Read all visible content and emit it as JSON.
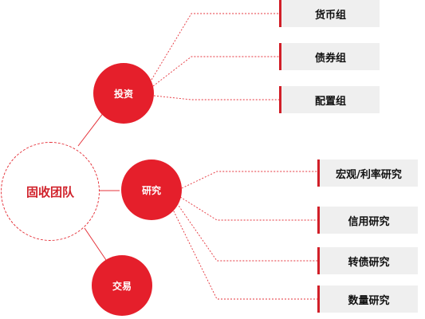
{
  "root": {
    "label": "固收团队"
  },
  "branches": [
    {
      "label": "投资",
      "leaves": [
        "货币组",
        "债券组",
        "配置组"
      ]
    },
    {
      "label": "研究",
      "leaves": [
        "宏观/利率研究",
        "信用研究",
        "转债研究",
        "数量研究"
      ]
    },
    {
      "label": "交易",
      "leaves": []
    }
  ],
  "colors": {
    "accent": "#e51f2b",
    "leaf_bg": "#efefef",
    "line": "#e5333b"
  }
}
